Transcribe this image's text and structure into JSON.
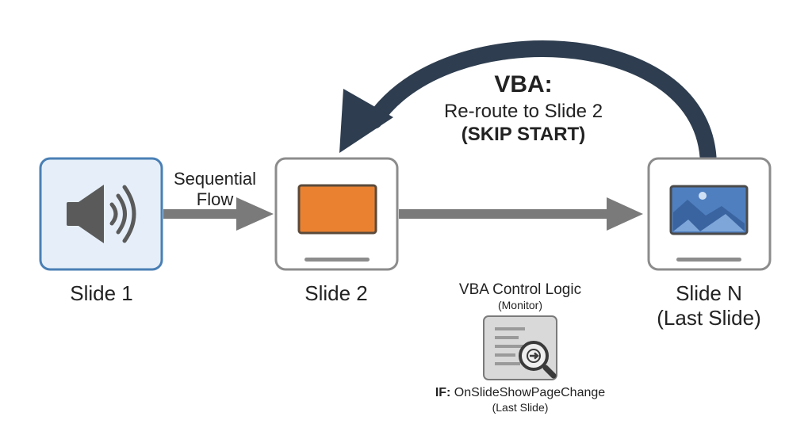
{
  "colors": {
    "slide1_fill": "#e6eff9",
    "slide1_border": "#4a7fb5",
    "slide_border": "#8c8c8c",
    "arrow_gray": "#7a7a7a",
    "loop_arrow": "#2e3d4f",
    "speaker_icon": "#5a5a5a",
    "orange_block": "#ea8130",
    "image_blue": "#4f7fbf",
    "monitor_fill": "#d9d9d9"
  },
  "slides": [
    {
      "label": "Slide 1",
      "icon": "speaker-icon"
    },
    {
      "label": "Slide 2",
      "icon": "orange-content-block"
    },
    {
      "label_line1": "Slide N",
      "label_line2": "(Last Slide)",
      "icon": "image-icon"
    }
  ],
  "sequential_flow": {
    "line1": "Sequential",
    "line2": "Flow"
  },
  "loop": {
    "title": "VBA:",
    "line2": "Re-route to Slide 2",
    "line3": "(SKIP START)"
  },
  "control_logic": {
    "title": "VBA Control Logic",
    "subtitle": "(Monitor)",
    "icon": "document-search-icon",
    "condition_prefix": "IF:",
    "condition_event": " OnSlideShowPageChange",
    "condition_detail": "(Last Slide)"
  }
}
